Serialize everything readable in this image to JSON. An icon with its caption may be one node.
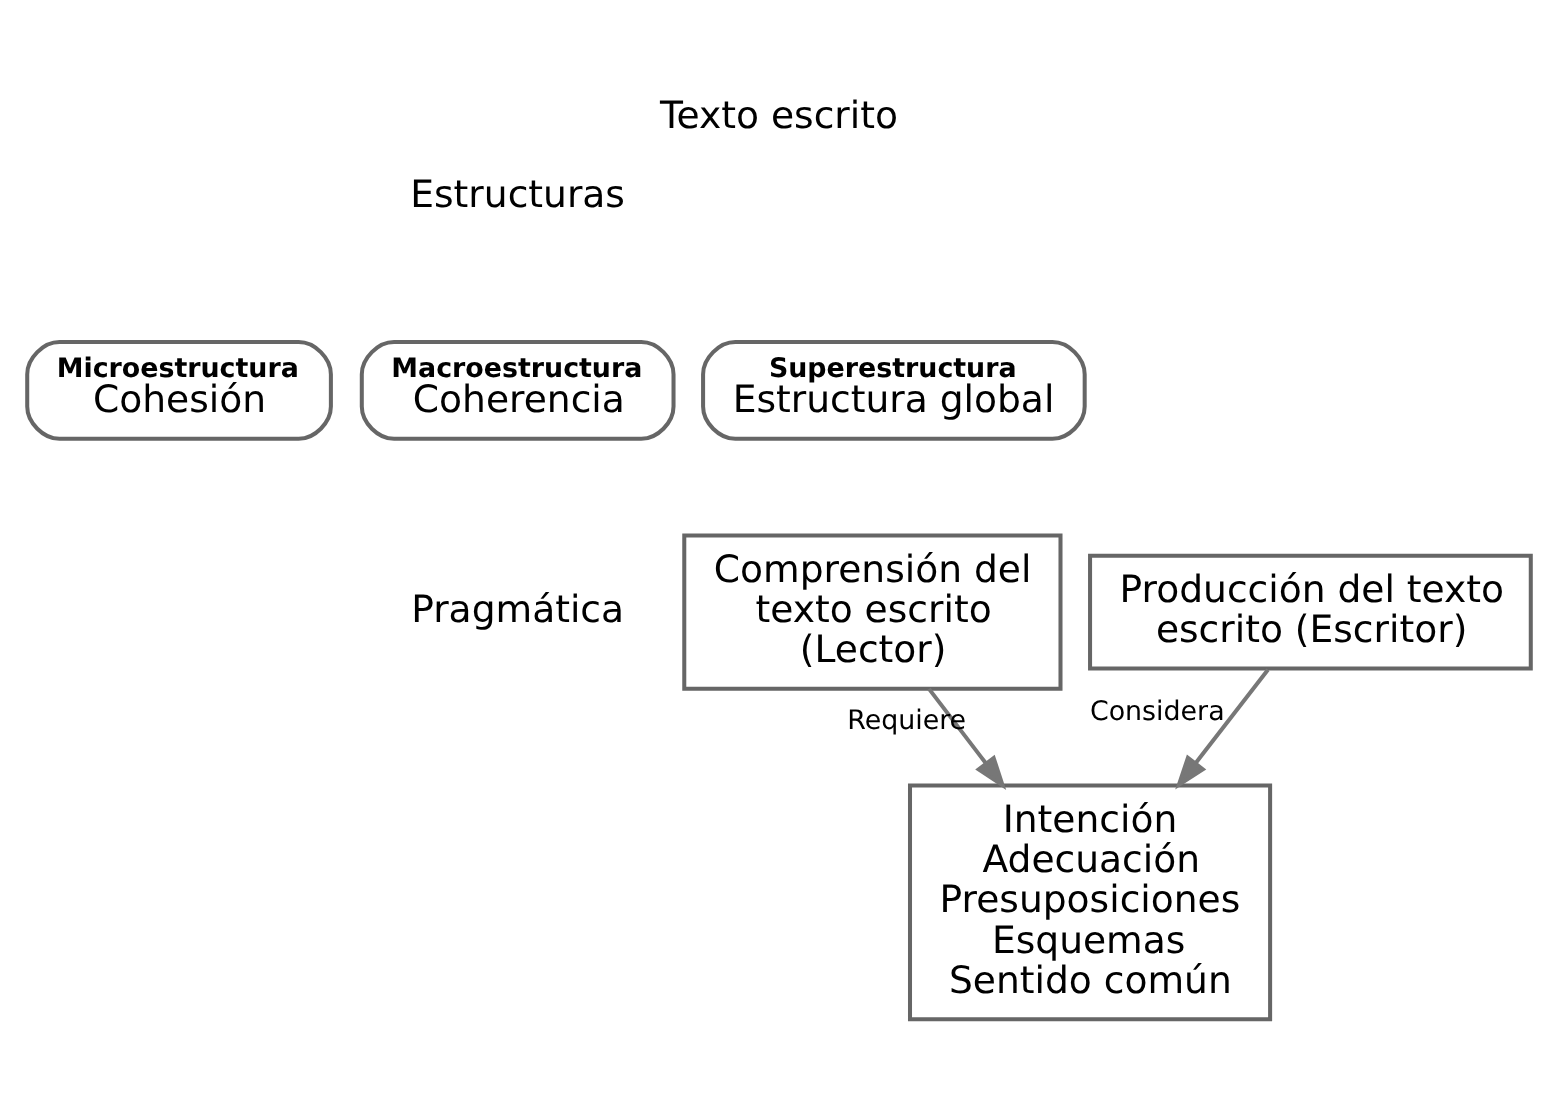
{
  "diagram": {
    "title": "Texto escrito",
    "nodes": [
      {
        "text": [
          "Microestructura",
          "Cohesión"
        ]
      },
      {
        "text": [
          "Macroestructura",
          "Coherencia"
        ]
      },
      {
        "text": [
          "Superestructura",
          "Estructura global"
        ]
      },
      {
        "text": [
          "Producción del texto escrito (Escritor)"
        ]
      },
      {
        "text": [
          "Comprensión del texto escrito (Lector)"
        ]
      },
      {
        "text": [
          "Intención",
          "Adecuación",
          "Presuposiciones",
          "Esquemas",
          "Sentido común"
        ]
      }
    ],
    "edges": [
      {
        "from": 3,
        "to": 5,
        "arrow": "to",
        "label": "Considera"
      },
      {
        "from": 4,
        "to": 5,
        "arrow": "to",
        "label": "Requiere"
      }
    ],
    "labels": [
      "Estructuras",
      "Pragmática"
    ]
  }
}
